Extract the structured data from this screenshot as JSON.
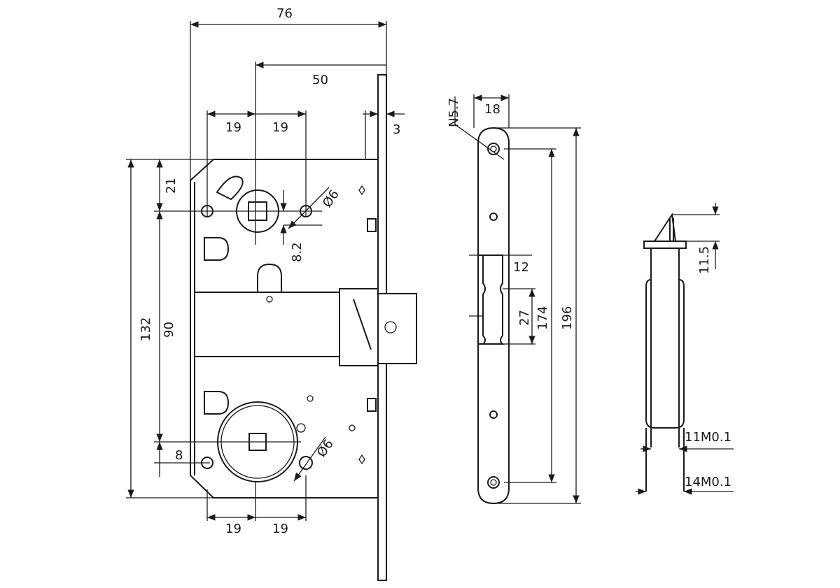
{
  "front_view": {
    "dim_width_total": "76",
    "dim_backset": "50",
    "dim_top_left_19": "19",
    "dim_top_right_19": "19",
    "dim_faceplate_thickness": "3",
    "dim_top_offset": "21",
    "dim_hole_offset": "8.2",
    "dim_top_hole_diameter": "Ø6",
    "dim_case_height": "132",
    "dim_center_distance": "90",
    "dim_bottom_offset": "8",
    "dim_bottom_left_19": "19",
    "dim_bottom_right_19": "19",
    "dim_bottom_hole_diameter": "Ø6"
  },
  "strike_plate": {
    "dim_screw": "N5.7",
    "dim_width": "18",
    "dim_slot_width": "12",
    "dim_slot_height": "27",
    "dim_hole_distance": "174",
    "dim_total_height": "196"
  },
  "side_view": {
    "dim_latch_height": "11.5",
    "dim_inner_width": "11M0.1",
    "dim_outer_width": "14M0.1"
  }
}
